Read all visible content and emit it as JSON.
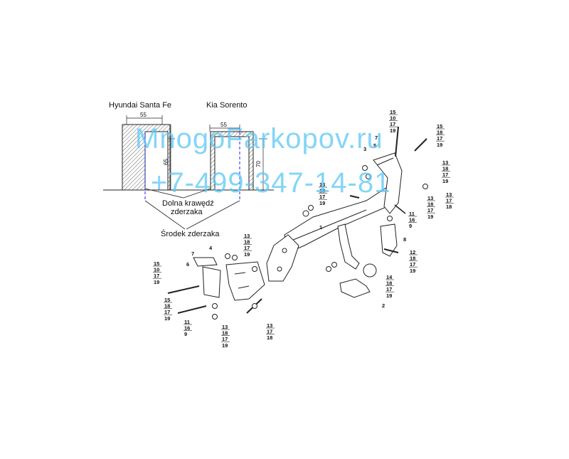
{
  "diagram": {
    "vehicles": {
      "left": "Hyundai Santa Fe",
      "right": "Kia Sorento"
    },
    "dimensions": {
      "left_width": "55",
      "left_height": "65",
      "right_width": "55",
      "right_height": "70"
    },
    "labels": {
      "bumper_lower_edge_line1": "Dolna krawędź",
      "bumper_lower_edge_line2": "zderzaka",
      "bumper_center": "Środek zderzaka"
    },
    "part_numbers": {
      "p1": "1",
      "p2": "2",
      "p3": "3",
      "p4": "4",
      "p5": "5",
      "p6": "6",
      "p7a": "7",
      "p7b": "7",
      "p8": "8",
      "stack_top_center": [
        "15",
        "10",
        "17",
        "19"
      ],
      "stack_top_right": [
        "15",
        "18",
        "17",
        "19"
      ],
      "stack_right_a": [
        "13",
        "18",
        "17",
        "19"
      ],
      "stack_right_b": [
        "13",
        "17",
        "18"
      ],
      "stack_mid_left": [
        "13",
        "18",
        "17",
        "19"
      ],
      "stack_right_mid": [
        "13",
        "18",
        "17",
        "19"
      ],
      "stack_right_washers": [
        "11",
        "16",
        "9"
      ],
      "stack_rear_right": [
        "12",
        "18",
        "17",
        "19"
      ],
      "stack_ball": [
        "14",
        "18",
        "17",
        "19"
      ],
      "stack_center_left": [
        "13",
        "18",
        "17",
        "19"
      ],
      "stack_left_a": [
        "15",
        "10",
        "17",
        "19"
      ],
      "stack_left_b": [
        "15",
        "18",
        "17",
        "19"
      ],
      "stack_left_washers": [
        "11",
        "16",
        "9"
      ],
      "stack_bottom_a": [
        "13",
        "18",
        "17",
        "19"
      ],
      "stack_bottom_b": [
        "13",
        "17",
        "18"
      ]
    },
    "watermark": {
      "line1": "MnogoFarkopov.ru",
      "line2": "+7-499-347-14-81"
    }
  }
}
